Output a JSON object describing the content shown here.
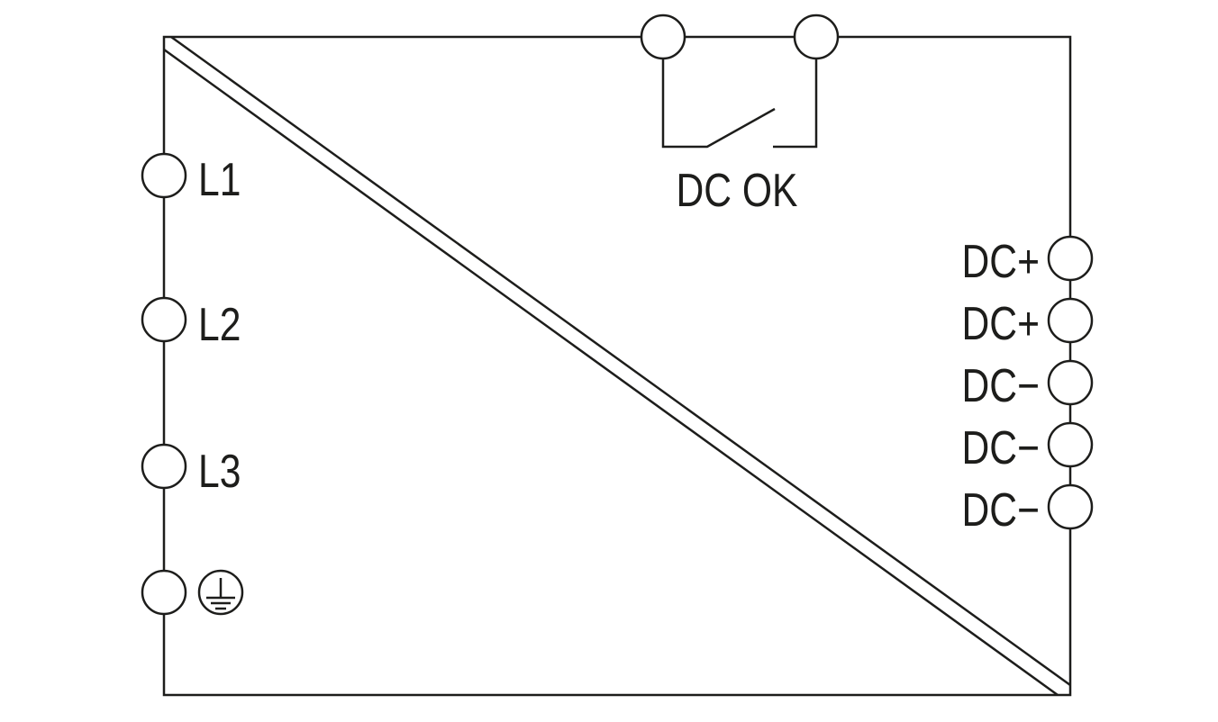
{
  "diagram": {
    "input_terminals": [
      "L1",
      "L2",
      "L3",
      "PE"
    ],
    "ground_symbol": "protective-earth-icon",
    "signal": {
      "label": "DC OK"
    },
    "output_terminals": [
      "DC+",
      "DC+",
      "DC−",
      "DC−",
      "DC−"
    ],
    "colors": {
      "stroke": "#1d1d1b",
      "background": "#ffffff"
    }
  }
}
